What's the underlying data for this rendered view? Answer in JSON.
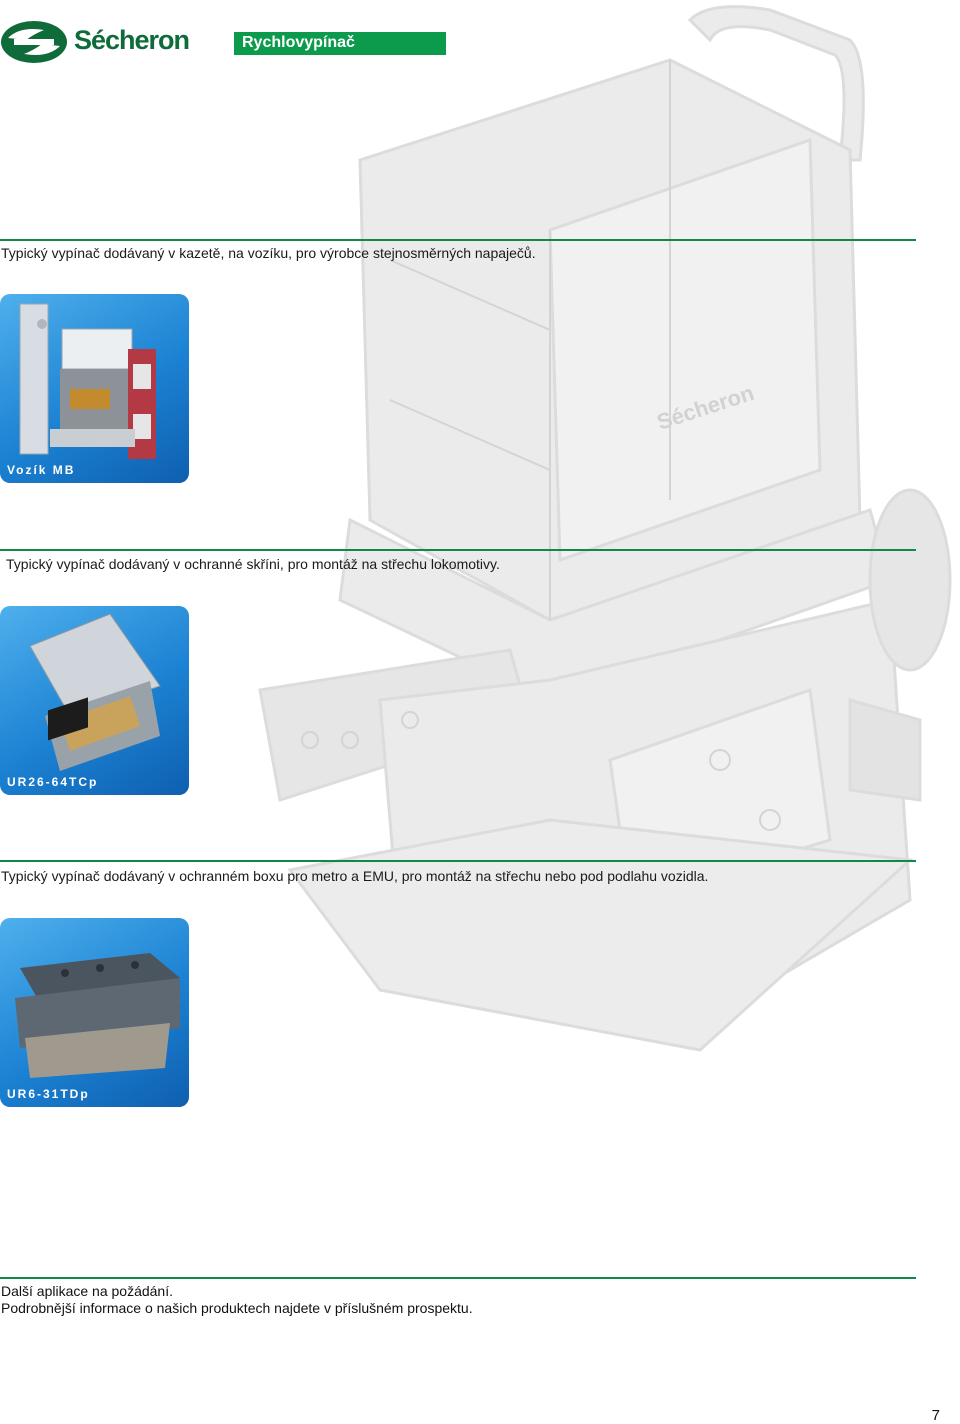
{
  "header": {
    "brand": "Sécheron",
    "title": "Rychlovypínač"
  },
  "background": {
    "drawing_label": "Sécheron"
  },
  "sections": [
    {
      "caption": "Typický vypínač dodávaný v kazetě, na vozíku, pro výrobce stejnosměrných napaječů.",
      "photo_label": "Vozík MB"
    },
    {
      "caption": "Typický vypínač dodávaný v ochranné skříni, pro montáž na střechu lokomotivy.",
      "photo_label": "UR26-64TCp"
    },
    {
      "caption": "Typický vypínač dodávaný v ochranném boxu pro metro a EMU, pro montáž na střechu nebo pod podlahu vozidla.",
      "photo_label": "UR6-31TDp"
    }
  ],
  "footer": {
    "line1": "Další aplikace na požádání.",
    "line2": "Podrobnější informace o našich produktech najdete v příslušném prospektu."
  },
  "page_number": "7",
  "colors": {
    "brand_green": "#0c9a4d",
    "rule_green": "#0c8a46",
    "card_blue": "#1c82d3"
  }
}
